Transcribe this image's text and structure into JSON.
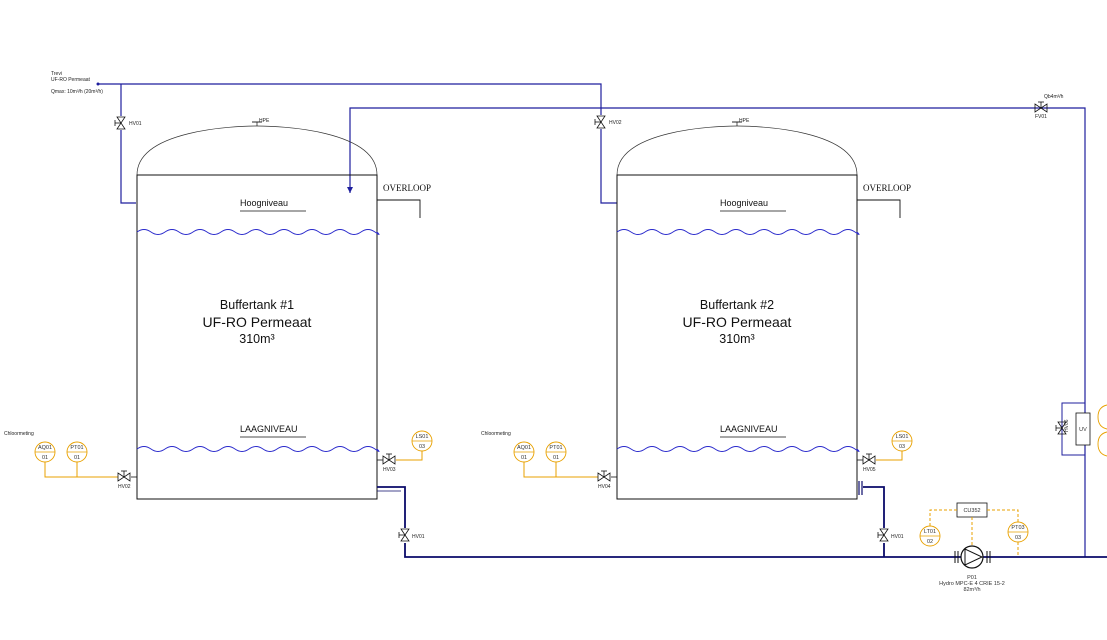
{
  "supply": {
    "line1": "Trevi",
    "line2": "UF-RO Permeaat",
    "line3": "Qmax: 10m³/h (20m³/h)"
  },
  "valves_top": {
    "tank1_in": "HV01",
    "tank2_in": "HV02",
    "right_flow": "FV01",
    "right_flow_rate": "Qb4m³/h",
    "vent": "HPE"
  },
  "tank1": {
    "name": "Buffertank #1",
    "content": "UF-RO Permeaat",
    "volume": "310m³",
    "high_level": "Hoogniveau",
    "low_level": "LAAGNIVEAU",
    "overflow": "OVERLOOP",
    "chlorine_label": "Chloormeting",
    "aq_tag": "AQ01",
    "aq_num": "01",
    "pt_tag": "PT01",
    "pt_num": "01",
    "ls_tag": "LS01",
    "ls_num": "03",
    "valve_side": "HV02",
    "valve_ls": "HV03",
    "valve_out": "HV01"
  },
  "tank2": {
    "name": "Buffertank #2",
    "content": "UF-RO Permeaat",
    "volume": "310m³",
    "high_level": "Hoogniveau",
    "low_level": "LAAGNIVEAU",
    "overflow": "OVERLOOP",
    "chlorine_label": "Chloormeting",
    "aq_tag": "AQ01",
    "aq_num": "01",
    "pt_tag": "PT01",
    "pt_num": "01",
    "ls_tag": "LS01",
    "ls_num": "03",
    "valve_side": "HV04",
    "valve_ls": "HV05",
    "valve_out": "HV01"
  },
  "pump": {
    "controller": "CU352",
    "lt_tag": "LT01",
    "lt_num": "02",
    "pt_tag": "PT03",
    "pt_num": "03",
    "tag": "P01",
    "model": "Hydro MPC-E 4 CRIE 15-2",
    "flow": "82m³/h"
  },
  "right_unit": {
    "valve": "HV06",
    "label": "UV"
  },
  "colors": {
    "supply_line": "#1f1f9e",
    "main_line": "#0a0a6a",
    "instrument": "#e8a100",
    "water": "#2a2acc"
  }
}
